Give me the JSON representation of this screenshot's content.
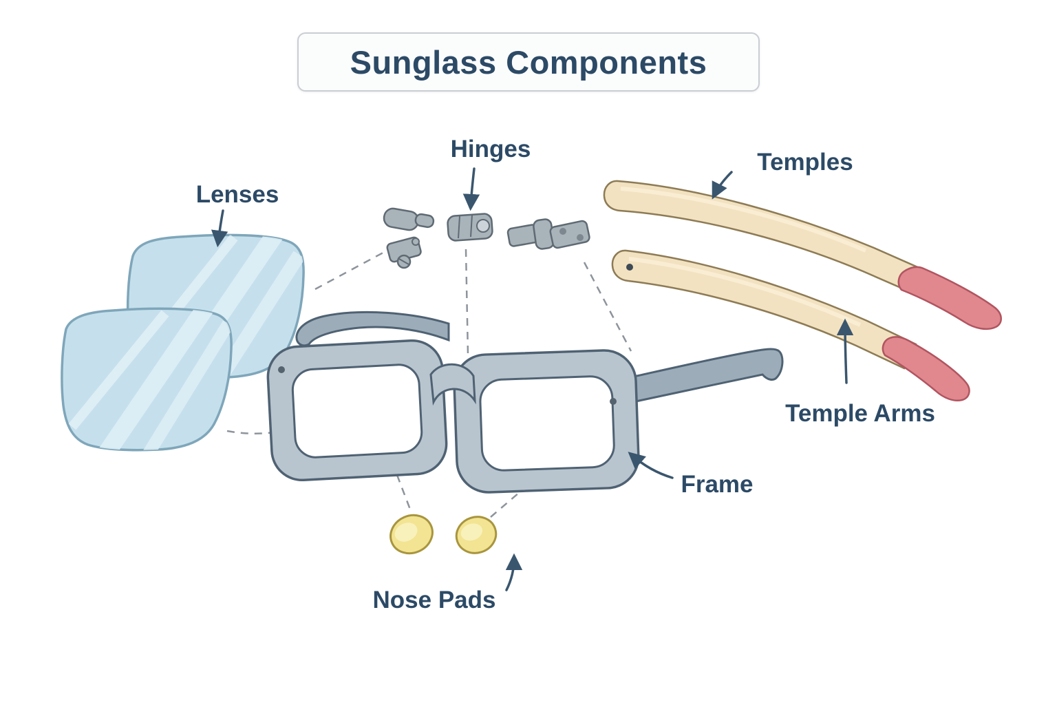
{
  "title": "Sunglass Components",
  "labels": {
    "lenses": "Lenses",
    "hinges": "Hinges",
    "temples": "Temples",
    "temple_arms": "Temple Arms",
    "frame": "Frame",
    "nose_pads": "Nose Pads"
  },
  "colors": {
    "title_text": "#2c4a66",
    "label_text": "#2c4a66",
    "arrow": "#3a566e",
    "dashed_line": "#8d949b",
    "lens_fill": "#c5e0ec",
    "lens_stroke": "#7fa6ba",
    "lens_stripe": "#ddeff6",
    "frame_fill": "#b9c5ce",
    "frame_stroke": "#4f6273",
    "attached_temple_fill": "#9cadb9",
    "metal_fill": "#a9b3ba",
    "metal_stroke": "#5f6a73",
    "temple_fill": "#f3e2c1",
    "temple_stroke": "#8d7b55",
    "temple_tip_fill": "#e1878e",
    "temple_tip_stroke": "#b05560",
    "nose_pad_fill": "#f2e492",
    "nose_pad_stroke": "#a8953e"
  }
}
